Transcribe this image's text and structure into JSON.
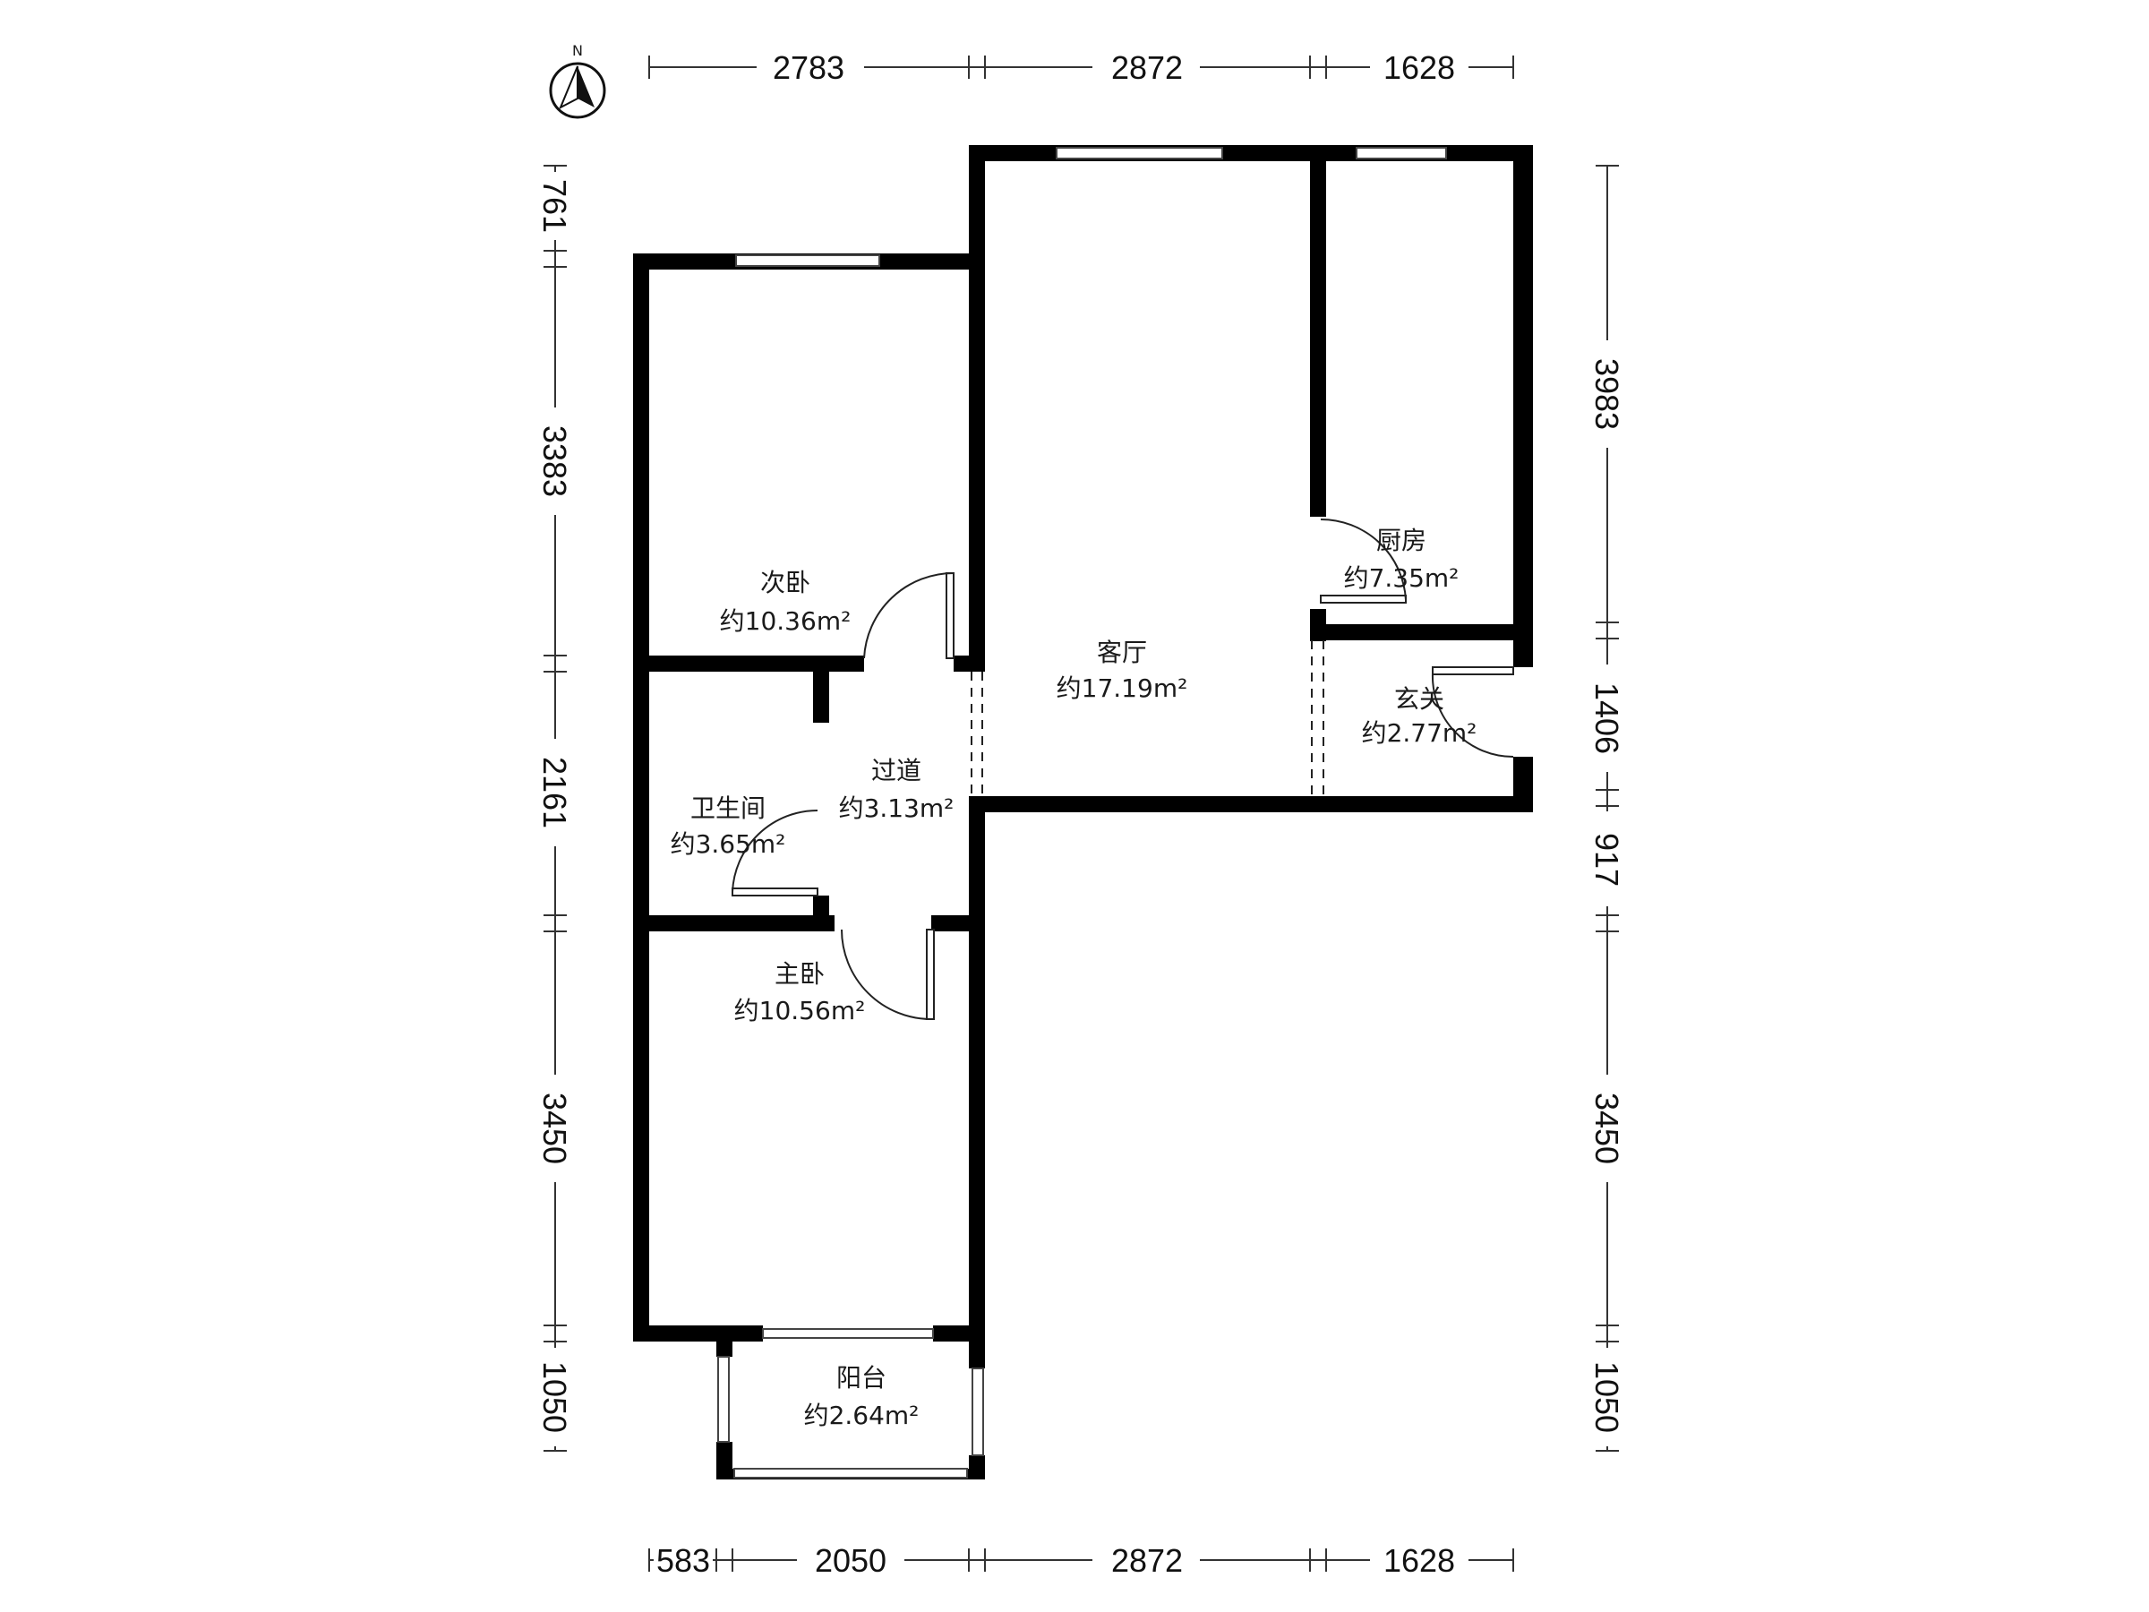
{
  "compass": {
    "label": "N",
    "icon": "north-arrow-icon"
  },
  "dimensions": {
    "top": [
      "2783",
      "2872",
      "1628"
    ],
    "bottom": [
      "583",
      "2050",
      "2872",
      "1628"
    ],
    "left": [
      "761",
      "3383",
      "2161",
      "3450",
      "1050"
    ],
    "right": [
      "3983",
      "1406",
      "917",
      "3450",
      "1050"
    ]
  },
  "rooms": {
    "second_bedroom": {
      "name": "次卧",
      "area": "约10.36m²"
    },
    "living_room": {
      "name": "客厅",
      "area": "约17.19m²"
    },
    "kitchen": {
      "name": "厨房",
      "area": "约7.35m²"
    },
    "entrance": {
      "name": "玄关",
      "area": "约2.77m²"
    },
    "corridor": {
      "name": "过道",
      "area": "约3.13m²"
    },
    "bathroom": {
      "name": "卫生间",
      "area": "约3.65m²"
    },
    "master_bedroom": {
      "name": "主卧",
      "area": "约10.56m²"
    },
    "balcony": {
      "name": "阳台",
      "area": "约2.64m²"
    }
  }
}
